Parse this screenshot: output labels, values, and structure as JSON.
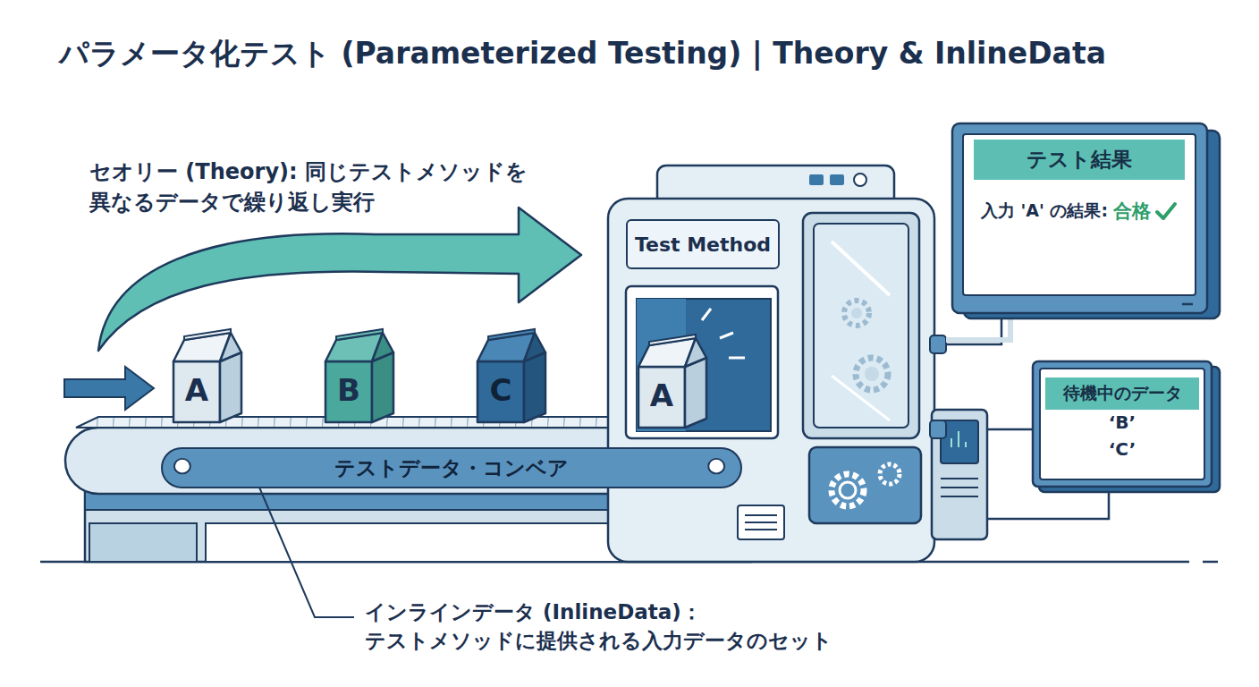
{
  "diagram": {
    "title": "パラメータ化テスト (Parameterized Testing) | Theory & InlineData",
    "nodes": [
      {
        "text": [
          "A"
        ]
      },
      {
        "text": [
          "B"
        ]
      },
      {
        "text": [
          "C"
        ]
      },
      {
        "text": [
          "Test Method"
        ]
      },
      {
        "text": [
          "A"
        ]
      },
      {
        "text": [
          "テストデータ・コンベア"
        ]
      },
      {
        "text": [
          "テスト結果",
          "入力 'A' の結果:",
          "合格"
        ]
      },
      {
        "text": [
          "待機中のデータ",
          "‘B’",
          "‘C’"
        ]
      }
    ],
    "labels": [
      "セオリー (Theory): 同じテストメソッドを 異なるデータで繰り返し実行",
      "インラインデータ (InlineData)： テストメソッドに提供される入力データのセット"
    ]
  }
}
